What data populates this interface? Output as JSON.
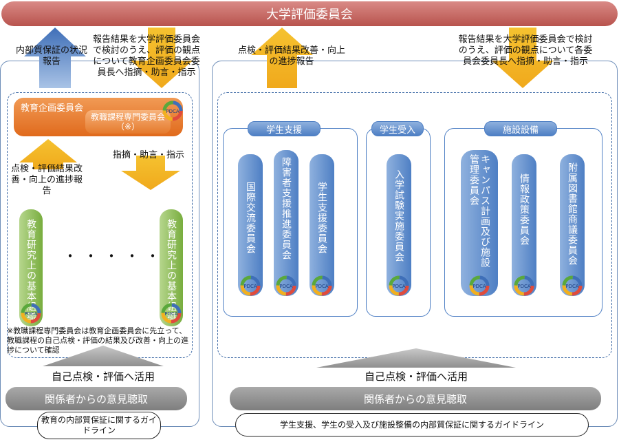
{
  "banner": "大学評価委員会",
  "left": {
    "internal_report": "内部質保証の状況報告",
    "review_text": "報告結果を大学評価委員会で検討のうえ、評価の観点について教育企画委員会委員長へ指摘・助言・指示",
    "committee_main": "教育企画委員会",
    "committee_sub": "教職課程専門委員会（※）",
    "advice": "指摘・助言・指示",
    "progress_report": "点検・評価結果改善・向上の進捗報告",
    "org_label": "教育研究上の基本組織",
    "dots": "・・・・・",
    "note": "※教職課程専門委員会は教育企画委員会に先立って、教職課程の自己点検・評価の結果及び改善・向上の進捗について確認",
    "self_check": "自己点検・評価へ活用",
    "hearing": "関係者からの意見聴取",
    "guideline": "教育の内部質保証に関するガイドライン"
  },
  "right": {
    "progress_report": "点検・評価結果改善・向上の進捗報告",
    "review_text": "報告結果を大学評価委員会で検討のうえ、評価の観点について各委員会委員長へ指摘・助言・指示",
    "section_support": "学生支援",
    "section_admission": "学生受入",
    "section_facility": "施設設備",
    "committees": [
      "国際交流委員会",
      "障害者支援推進委員会",
      "学生支援委員会",
      "入学試験実施委員会",
      "キャンパス計画及び施設管理委員会",
      "情報政策委員会",
      "附属図書館商議委員会"
    ],
    "self_check": "自己点検・評価へ活用",
    "hearing": "関係者からの意見聴取",
    "guideline": "学生支援、学生の受入及び施設整備の内部質保証に関するガイドライン"
  },
  "pdca_label": "PDCA",
  "colors": {
    "banner": "#c4625c",
    "blue": "#4e7fc4",
    "green": "#78ad3e",
    "orange": "#e8772e",
    "yellow": "#f2b01e",
    "gray": "#8c8c8c"
  }
}
